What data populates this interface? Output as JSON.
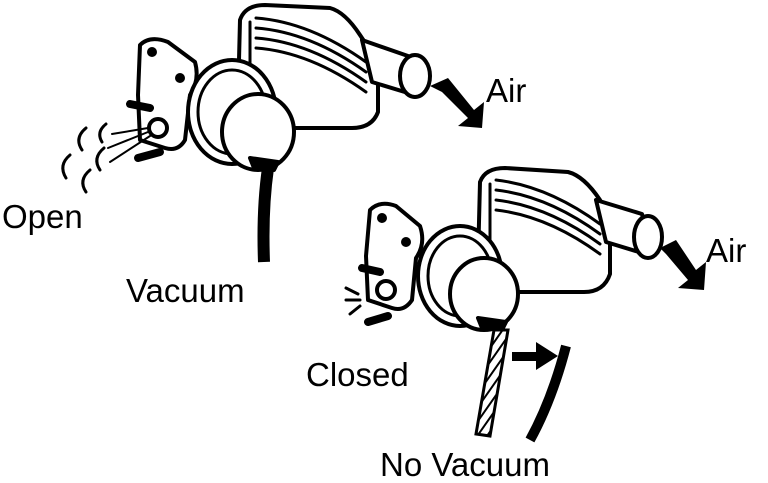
{
  "labels": {
    "air_top": "Air",
    "open": "Open",
    "vacuum": "Vacuum",
    "air_bottom": "Air",
    "closed": "Closed",
    "no_vacuum": "No Vacuum"
  },
  "icons": {
    "top_valve": "vacuum-valve-open-icon",
    "bottom_valve": "vacuum-valve-closed-icon",
    "air_arrow": "arrow-right-icon",
    "removal_arrow": "arrow-right-icon"
  },
  "colors": {
    "ink": "#000000",
    "paper": "#ffffff"
  }
}
